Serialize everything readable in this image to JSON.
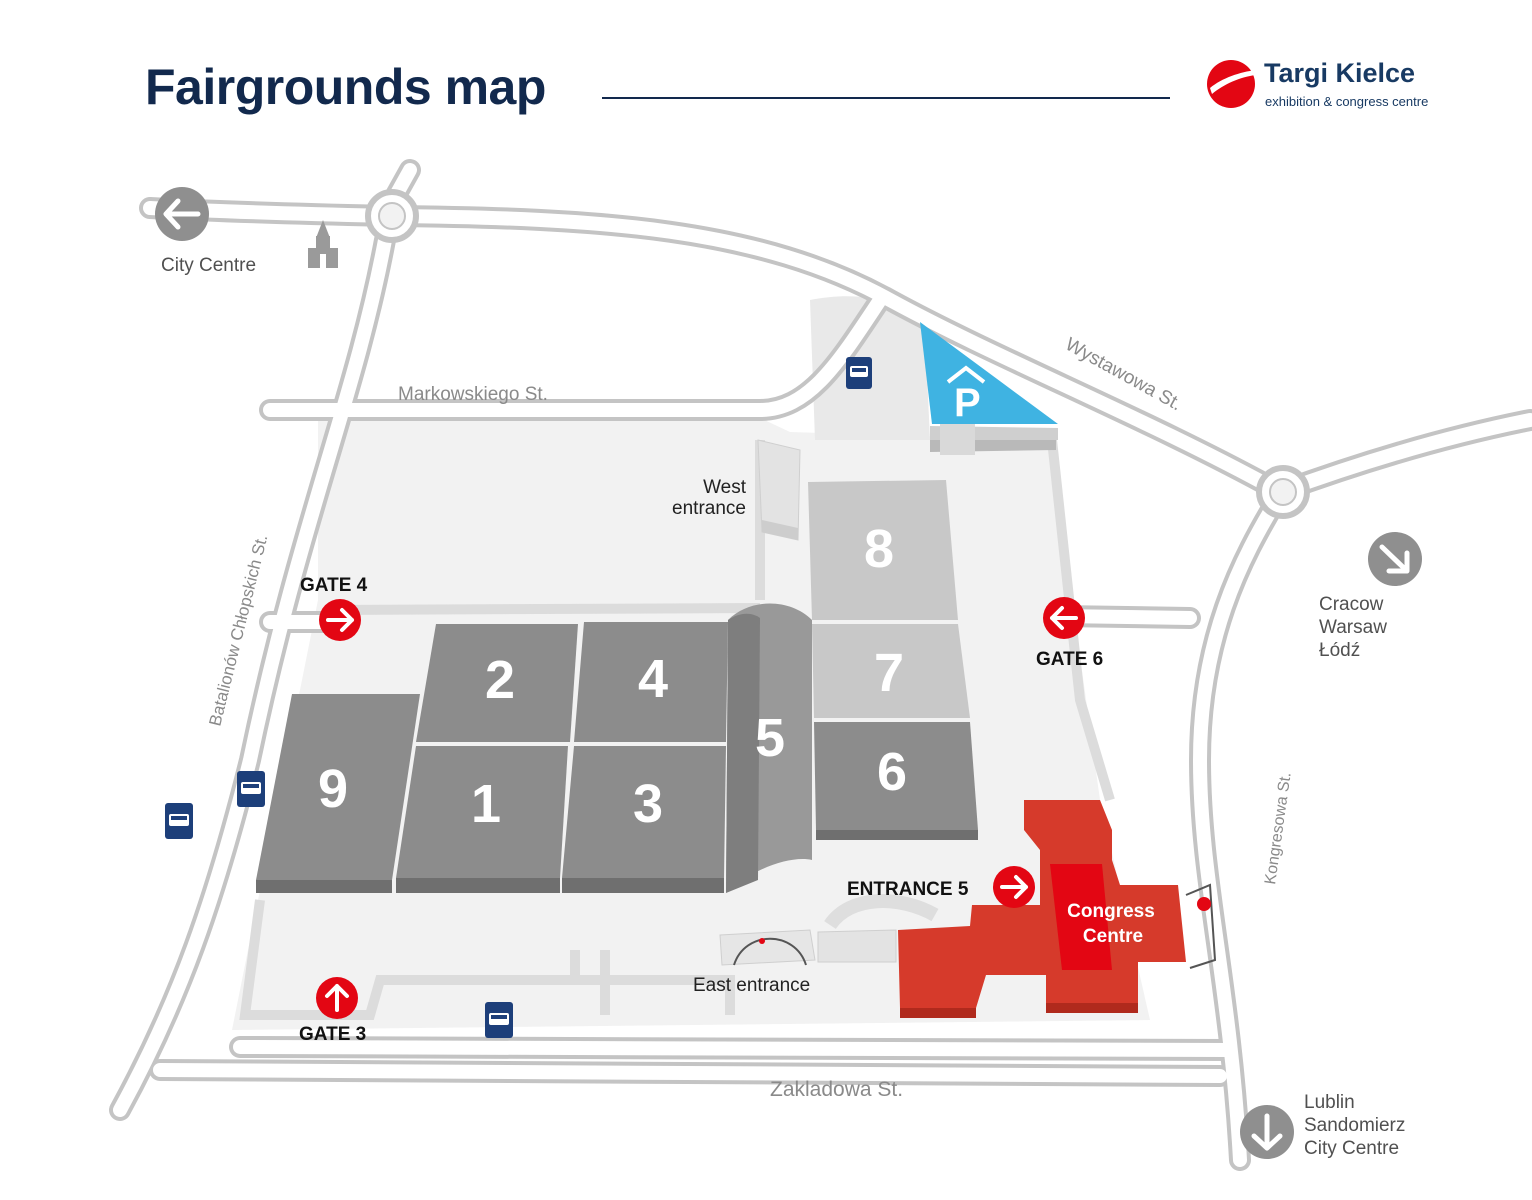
{
  "header": {
    "title": "Fairgrounds map",
    "brand_name": "Targi Kielce",
    "brand_tagline": "exhibition & congress centre",
    "brand_color": "#e30613"
  },
  "colors": {
    "hall_dark": "#8c8c8c",
    "hall_light": "#c8c8c8",
    "congress": "#d63a2b",
    "parking": "#3fb3e2",
    "gate_red": "#e30613",
    "bus_blue": "#1d3f7a",
    "road": "#ffffff",
    "road_edge": "#c6c6c6",
    "grounds": "#f1f1f1"
  },
  "streets": {
    "markowskiego": "Markowskiego St.",
    "wystawowa": "Wystawowa St.",
    "batalionow": "Batalionów Chłopskich St.",
    "kongresowa": "Kongresowa St.",
    "zakladowa": "Zakladowa St."
  },
  "directions": {
    "city_centre": "City Centre",
    "east_1": "Cracow",
    "east_2": "Warsaw",
    "east_3": "Łódź",
    "south_1": "Lublin",
    "south_2": "Sandomierz",
    "south_3": "City Centre"
  },
  "halls": {
    "h1": "1",
    "h2": "2",
    "h3": "3",
    "h4": "4",
    "h5": "5",
    "h6": "6",
    "h7": "7",
    "h8": "8",
    "h9": "9"
  },
  "gates": {
    "gate4": "GATE 4",
    "gate6": "GATE 6",
    "gate3": "GATE 3",
    "entrance5": "ENTRANCE 5"
  },
  "entrances": {
    "west_1": "West",
    "west_2": "entrance",
    "east": "East entrance"
  },
  "congress": {
    "line1": "Congress",
    "line2": "Centre"
  },
  "parking": {
    "symbol": "P"
  },
  "icons": [
    "church-icon",
    "bus-stop-icon",
    "parking-icon",
    "arrow-left-icon",
    "arrow-right-icon",
    "arrow-up-icon",
    "arrow-down-icon"
  ]
}
